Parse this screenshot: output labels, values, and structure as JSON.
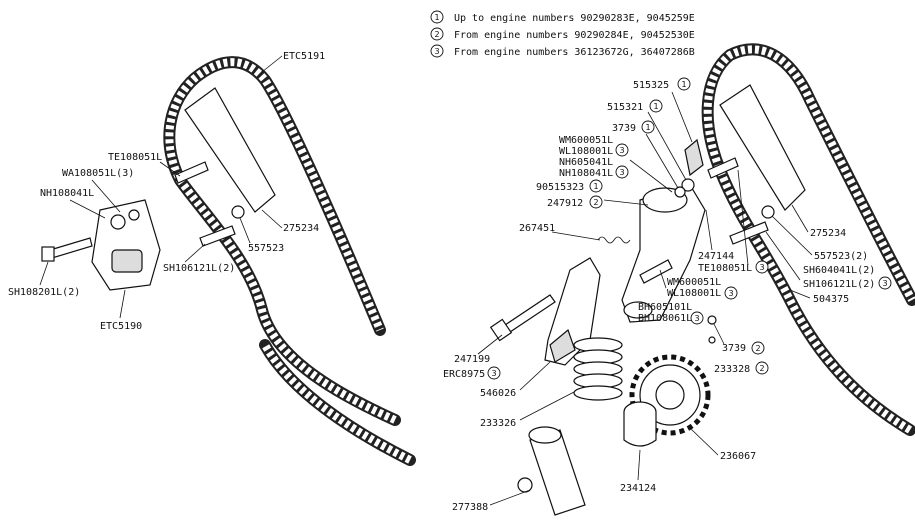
{
  "legend": [
    {
      "num": "1",
      "text": "Up to engine numbers 90290283E, 9045259E"
    },
    {
      "num": "2",
      "text": "From engine numbers 90290284E, 90452530E"
    },
    {
      "num": "3",
      "text": "From engine numbers 36123672G, 36407286B"
    }
  ],
  "left": {
    "chain": "ETC5191",
    "slipper": "275234",
    "washer": "557523",
    "bolt_upper": "SH106121L(2)",
    "spring_washer": "WA108051L(3)",
    "nut": "NH108041L",
    "stud": "TE108051L",
    "bolt_lower": "SH108201L(2)",
    "tensioner": "ETC5190"
  },
  "right": {
    "p515325": "515325",
    "p515321": "515321",
    "p3739a": "3739",
    "wm1": "WM600051L",
    "wl1": "WL108001L",
    "nh1": "NH605041L",
    "nh2": "NH108041L",
    "p90515323": "90515323",
    "p247912": "247912",
    "p267451": "267451",
    "p247144": "247144",
    "te1": "TE108051L",
    "wm2": "WM600051L",
    "wl2": "WL108001L",
    "bh1": "BH605101L",
    "bh2": "BH108061L",
    "p275234": "275234",
    "p557523": "557523(2)",
    "sh604": "SH604041L(2)",
    "sh106": "SH106121L(2)",
    "p504375": "504375",
    "p3739b": "3739",
    "p233328": "233328",
    "p247199": "247199",
    "erc": "ERC8975",
    "p546026": "546026",
    "p233326": "233326",
    "p236067": "236067",
    "p234124": "234124",
    "p277388": "277388"
  }
}
